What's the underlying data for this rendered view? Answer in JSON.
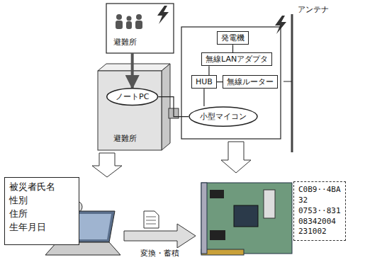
{
  "diagram": {
    "nodes": [
      {
        "text": [
          "避難所"
        ]
      },
      {
        "text": [
          "ノートPC"
        ]
      },
      {
        "text": [
          "発電機"
        ]
      },
      {
        "text": [
          "無線LANアダプタ"
        ]
      },
      {
        "text": [
          "HUB"
        ]
      },
      {
        "text": [
          "無線ルーター"
        ]
      },
      {
        "text": [
          "小型マイコン"
        ]
      },
      {
        "text": [
          "被災者氏名",
          "性別",
          "住所",
          "生年月日"
        ]
      },
      {
        "text": [
          "C0B9··4BA",
          "32",
          "0753··831",
          "08342004",
          "231002"
        ]
      }
    ],
    "edges": [
      {
        "from": 0,
        "to": 1,
        "arrow": "to"
      },
      {
        "from": 2,
        "to": 3,
        "arrow": "none"
      },
      {
        "from": 3,
        "to": 4,
        "arrow": "none"
      },
      {
        "from": 4,
        "to": 5,
        "arrow": "none"
      },
      {
        "from": 4,
        "to": 6,
        "arrow": "none"
      },
      {
        "from": 1,
        "to": 6,
        "arrow": "none"
      }
    ],
    "labels": [
      "避難所",
      "アンテナ",
      "変換・蓄積"
    ]
  }
}
